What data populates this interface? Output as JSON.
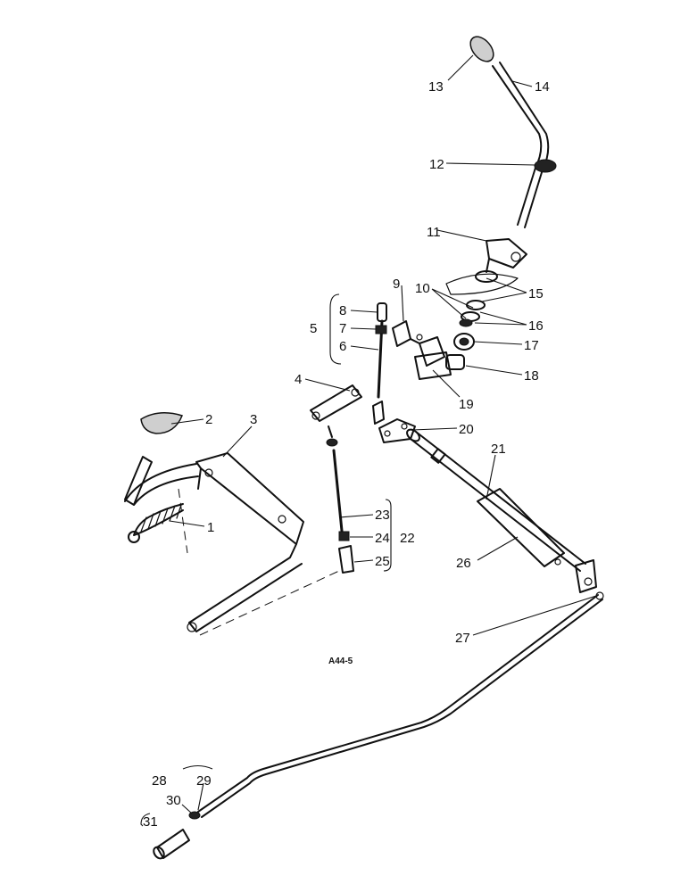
{
  "figure": {
    "code": "A44-5",
    "callouts": [
      "1",
      "2",
      "3",
      "4",
      "5",
      "6",
      "7",
      "8",
      "9",
      "10",
      "11",
      "12",
      "13",
      "14",
      "15",
      "16",
      "17",
      "18",
      "19",
      "20",
      "21",
      "22",
      "23",
      "24",
      "25",
      "26",
      "27",
      "28",
      "29",
      "30",
      "31"
    ]
  }
}
